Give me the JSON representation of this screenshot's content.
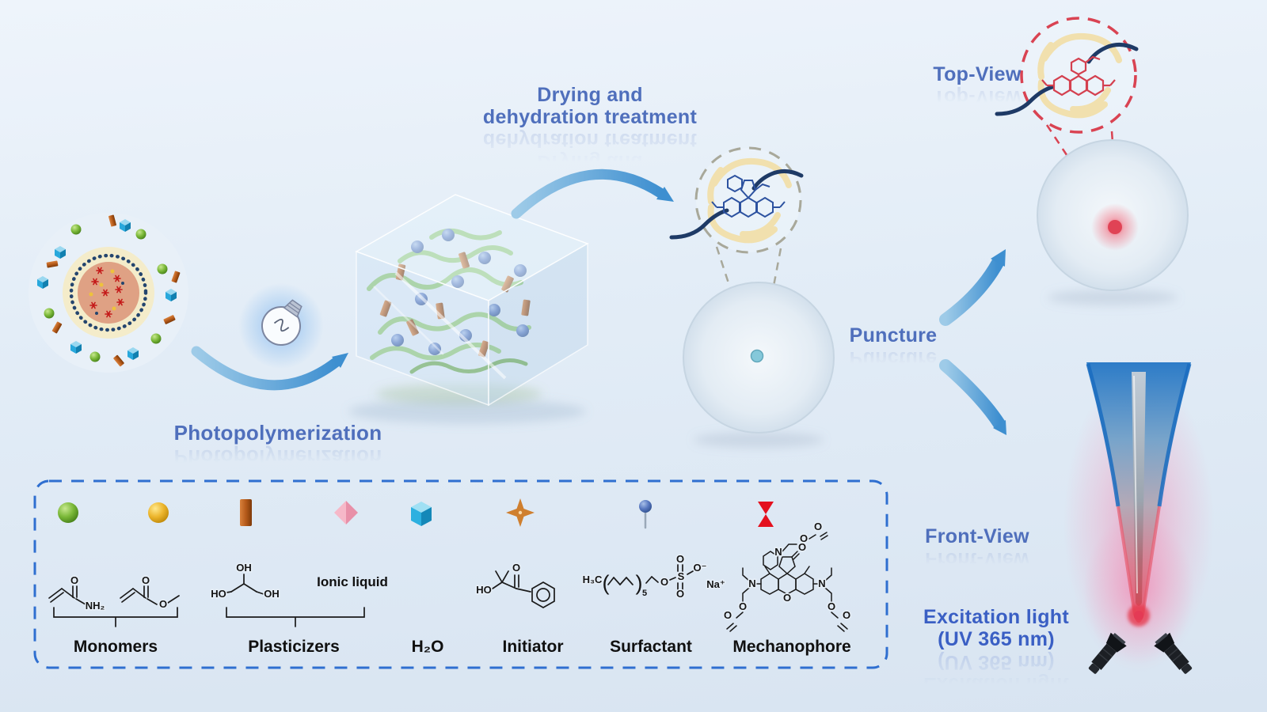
{
  "figure": {
    "stage_labels": {
      "photopolymerization": "Photopolymerization",
      "drying_line1": "Drying and",
      "drying_line2": "dehydration treatment",
      "puncture": "Puncture"
    },
    "views": {
      "top_view": "Top-View",
      "front_view": "Front-View",
      "excitation_line1": "Excitation light",
      "excitation_line2": "(UV 365 nm)"
    },
    "legend": {
      "labels": [
        "Monomers",
        "Plasticizers",
        "H₂O",
        "Initiator",
        "Surfactant",
        "Mechanophore"
      ],
      "ionic_liquid": "Ionic liquid"
    },
    "atoms": {
      "o": "O",
      "oh": "OH",
      "ho": "HO",
      "nh2": "NH₂",
      "n": "N",
      "s": "S",
      "o_minus": "O⁻",
      "na_plus": "Na⁺",
      "h3c": "H₃C",
      "sub5": "5",
      "paren_open": "(",
      "paren_close": ")"
    },
    "colors": {
      "label_blue": "#4f6fbc",
      "excitation_blue": "#3a5fc4",
      "legend_border_blue": "#2f6fd0",
      "arrow_blue": "#3e8fd0",
      "mechanophore_red": "#e4101e",
      "molecule_blue": "#2d52a0",
      "molecule_red": "#d4404f",
      "polymer_green": "#8cc868",
      "strand_cream": "#f2e0aa",
      "chain_navy": "#1e3a66"
    }
  }
}
